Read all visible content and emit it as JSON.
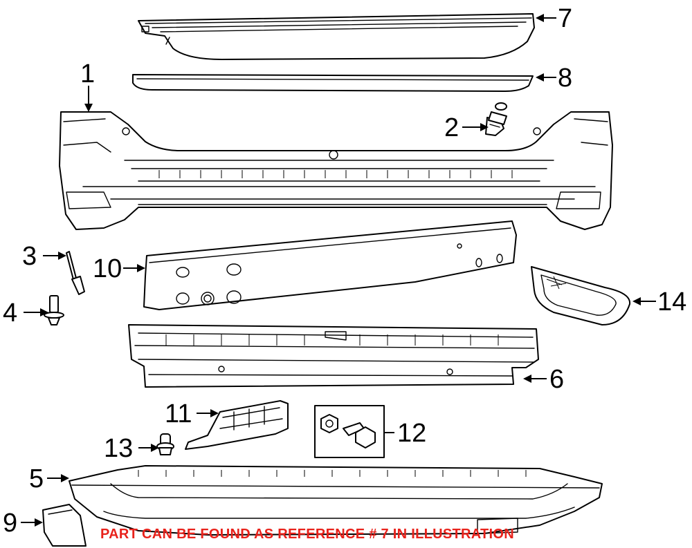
{
  "callouts": {
    "c1": "1",
    "c2": "2",
    "c3": "3",
    "c4": "4",
    "c5": "5",
    "c6": "6",
    "c7": "7",
    "c8": "8",
    "c9": "9",
    "c10": "10",
    "c11": "11",
    "c12": "12",
    "c13": "13",
    "c14": "14"
  },
  "note": "PART CAN BE FOUND AS REFERENCE # 7 IN ILLUSTRATION",
  "colors": {
    "note": "#e8221b",
    "line": "#000000",
    "background": "#ffffff"
  }
}
